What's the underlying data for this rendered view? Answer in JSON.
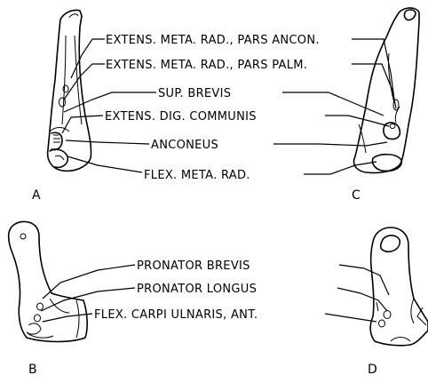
{
  "labels": {
    "extens_meta_rad_pars_ancon": "EXTENS. META. RAD., PARS ANCON.",
    "extens_meta_rad_pars_palm": "EXTENS. META. RAD., PARS PALM.",
    "sup_brevis": "SUP. BREVIS",
    "extens_dig_communis": "EXTENS. DIG. COMMUNIS",
    "anconeus": "ANCONEUS",
    "flex_meta_rad": "FLEX. META. RAD.",
    "pronator_brevis": "PRONATOR  BREVIS",
    "pronator_longus": "PRONATOR  LONGUS",
    "flex_carpi_ulnaris_ant": "FLEX. CARPI ULNARIS, ANT."
  },
  "panels": {
    "a": "A",
    "b": "B",
    "c": "C",
    "d": "D"
  }
}
